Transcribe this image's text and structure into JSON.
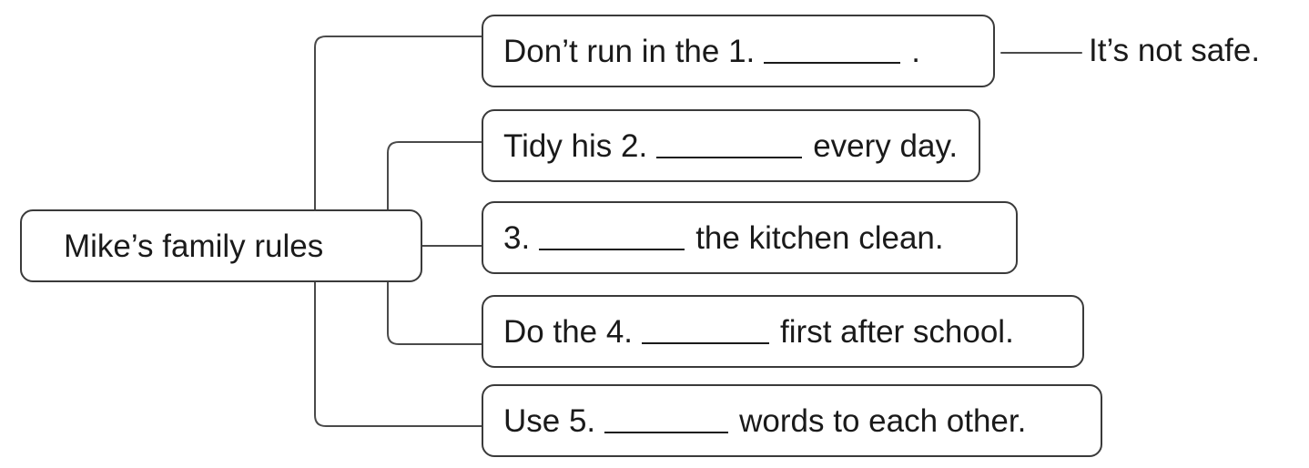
{
  "root": {
    "label": "Mike’s family rules"
  },
  "rules": [
    {
      "before": "Don’t run in the  1.",
      "after": "."
    },
    {
      "before": "Tidy his 2.",
      "after": "every day."
    },
    {
      "before": "3.",
      "after": "the kitchen clean."
    },
    {
      "before": "Do the  4.",
      "after": "first after school."
    },
    {
      "before": "Use 5.",
      "after": "words to each other."
    }
  ],
  "note": {
    "text": "It’s not safe."
  }
}
